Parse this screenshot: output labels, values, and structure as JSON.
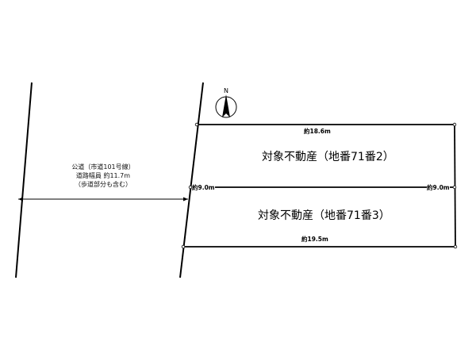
{
  "road": {
    "name": "公道（市道101号線）",
    "width": "道路幅員 約11.7m",
    "note": "（歩道部分も含む）"
  },
  "compass": {
    "label": "N"
  },
  "lots": [
    {
      "name": "対象不動産（地番71番2）"
    },
    {
      "name": "対象不動産（地番71番3）"
    }
  ],
  "dimensions": {
    "top": "約18.6m",
    "bottom": "約19.5m",
    "left_depth": "約9.0m",
    "right_depth": "約9.0m"
  },
  "colors": {
    "line": "#000000",
    "background": "#ffffff"
  }
}
